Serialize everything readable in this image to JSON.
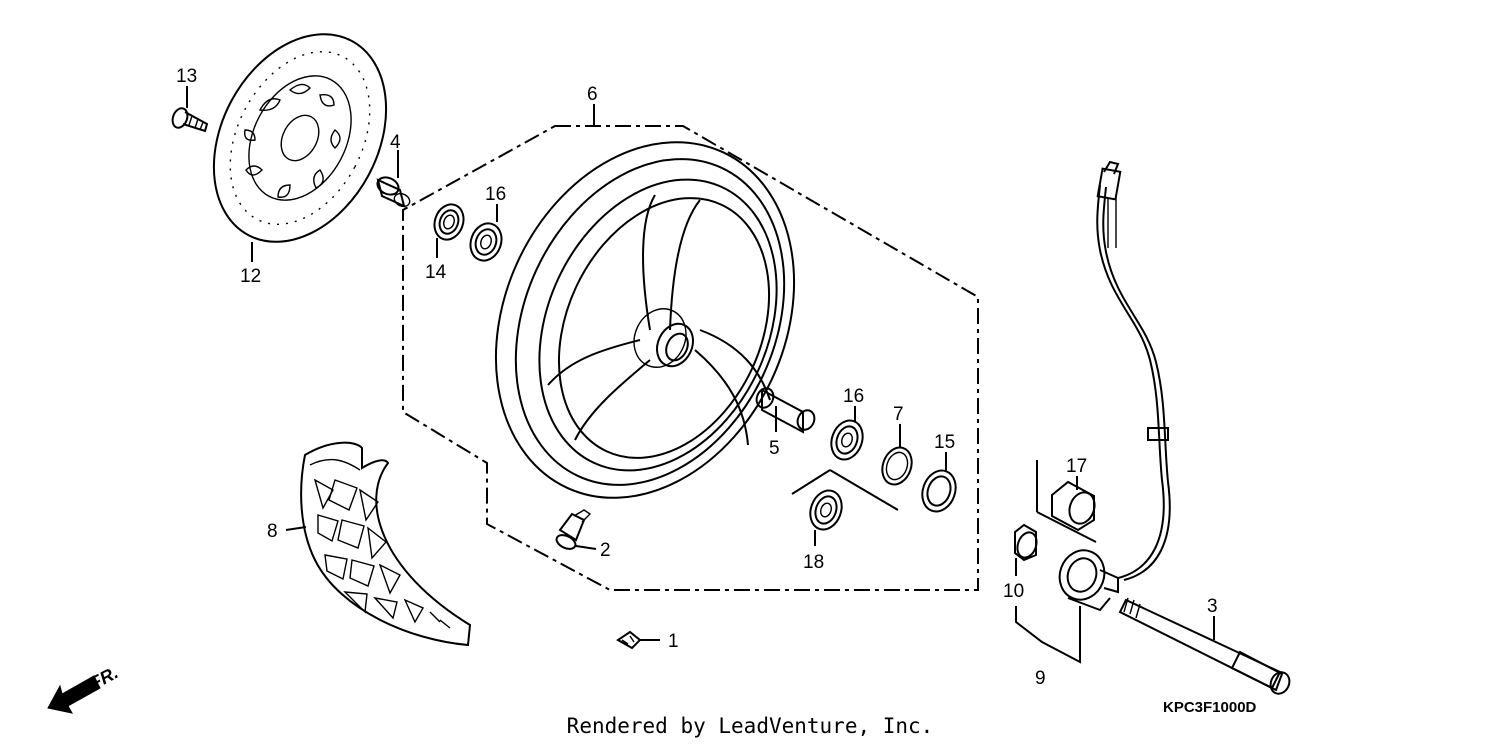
{
  "diagram": {
    "callouts": [
      {
        "id": "1",
        "label": "1"
      },
      {
        "id": "2",
        "label": "2"
      },
      {
        "id": "3",
        "label": "3"
      },
      {
        "id": "4",
        "label": "4"
      },
      {
        "id": "5",
        "label": "5"
      },
      {
        "id": "6",
        "label": "6"
      },
      {
        "id": "7",
        "label": "7"
      },
      {
        "id": "8",
        "label": "8"
      },
      {
        "id": "9",
        "label": "9"
      },
      {
        "id": "10",
        "label": "10"
      },
      {
        "id": "12",
        "label": "12"
      },
      {
        "id": "13",
        "label": "13"
      },
      {
        "id": "14",
        "label": "14"
      },
      {
        "id": "15",
        "label": "15"
      },
      {
        "id": "16a",
        "label": "16"
      },
      {
        "id": "16b",
        "label": "16"
      },
      {
        "id": "17",
        "label": "17"
      },
      {
        "id": "18",
        "label": "18"
      }
    ],
    "direction_label": "FR.",
    "diagram_code": "KPC3F1000D",
    "credit": "Rendered by LeadVenture, Inc."
  },
  "colors": {
    "ink": "#000000",
    "background": "#ffffff"
  }
}
